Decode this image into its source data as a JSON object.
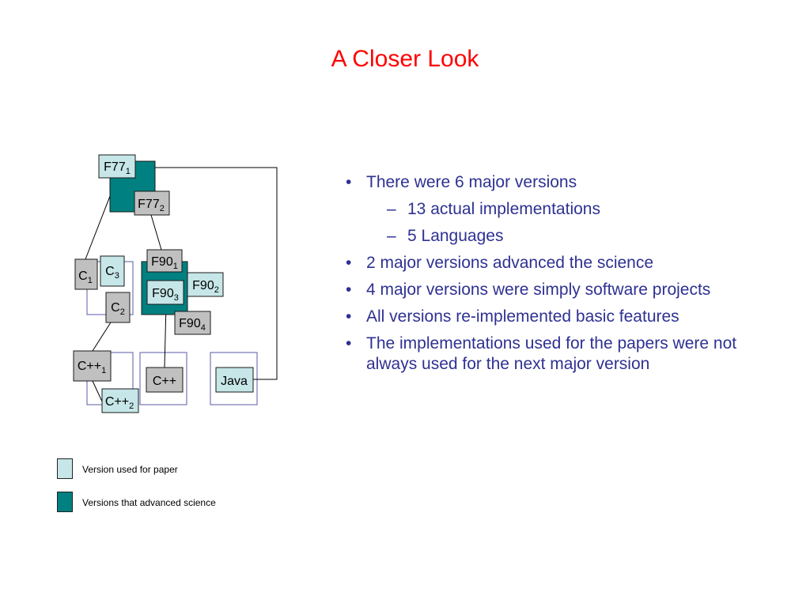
{
  "title": "A Closer Look",
  "colors": {
    "paper_version": "#c6e6e8",
    "advanced_science": "#008080",
    "regular_node": "#c0c0c0",
    "group_border": "#5a5aa6",
    "title": "#ff0000",
    "bullet_text": "#2e3192"
  },
  "diagram": {
    "nodes": {
      "f77_1": {
        "base": "F77",
        "sub": "1"
      },
      "f77_2": {
        "base": "F77",
        "sub": "2"
      },
      "c_1": {
        "base": "C",
        "sub": "1"
      },
      "c_3": {
        "base": "C",
        "sub": "3"
      },
      "c_2": {
        "base": "C",
        "sub": "2"
      },
      "f90_1": {
        "base": "F90",
        "sub": "1"
      },
      "f90_2": {
        "base": "F90",
        "sub": "2"
      },
      "f90_3": {
        "base": "F90",
        "sub": "3"
      },
      "f90_4": {
        "base": "F90",
        "sub": "4"
      },
      "cpp_1": {
        "base": "C++",
        "sub": "1"
      },
      "cpp_2": {
        "base": "C++",
        "sub": "2"
      },
      "cpp": {
        "base": "C++",
        "sub": ""
      },
      "java": {
        "base": "Java",
        "sub": ""
      }
    }
  },
  "bullets": [
    {
      "level": 1,
      "text": "There were 6 major versions"
    },
    {
      "level": 2,
      "text": "13 actual implementations"
    },
    {
      "level": 2,
      "text": "5 Languages"
    },
    {
      "level": 1,
      "text": "2 major versions advanced the science"
    },
    {
      "level": 1,
      "text": "4 major versions were simply software projects"
    },
    {
      "level": 1,
      "text": "All versions re-implemented basic features"
    },
    {
      "level": 1,
      "text": "The implementations used for the papers were not always used for the next major version"
    }
  ],
  "legend": [
    {
      "label": "Version used for paper",
      "color": "#c6e6e8"
    },
    {
      "label": "Versions that advanced science",
      "color": "#008080"
    }
  ]
}
